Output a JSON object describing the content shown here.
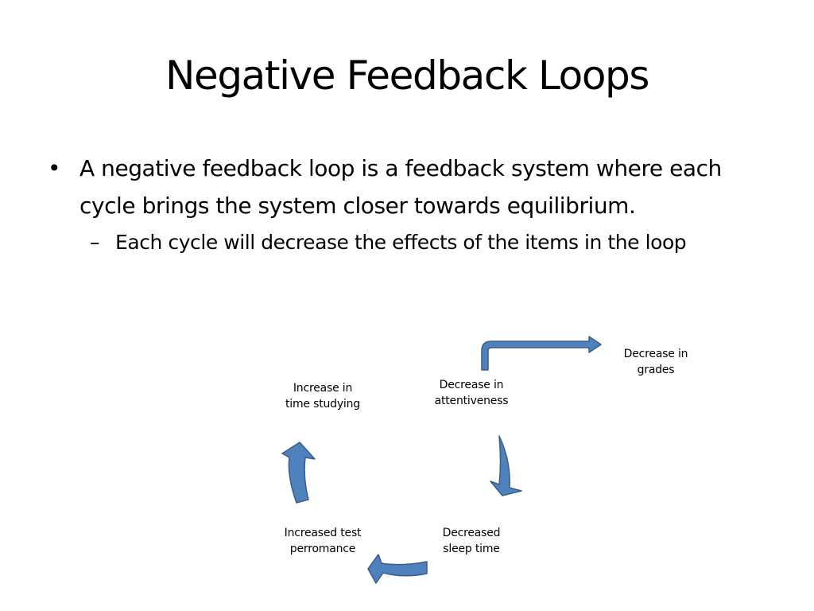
{
  "slide": {
    "title": "Negative Feedback Loops",
    "bullet": {
      "marker": "•",
      "text": "A negative feedback loop is a feedback system where each cycle brings the system closer towards equilibrium."
    },
    "sub_bullet": {
      "marker": "–",
      "text": "Each cycle will decrease the effects of the items in the loop"
    }
  },
  "diagram": {
    "arrow_color": "#4F81BD",
    "arrow_outline": "#385D8A",
    "nodes": {
      "attentiveness": "Decrease in\nattentiveness",
      "grades": "Decrease in\ngrades",
      "sleep": "Decreased\nsleep time",
      "test": "Increased test\nperromance",
      "studying": "Increase in\ntime studying"
    }
  }
}
